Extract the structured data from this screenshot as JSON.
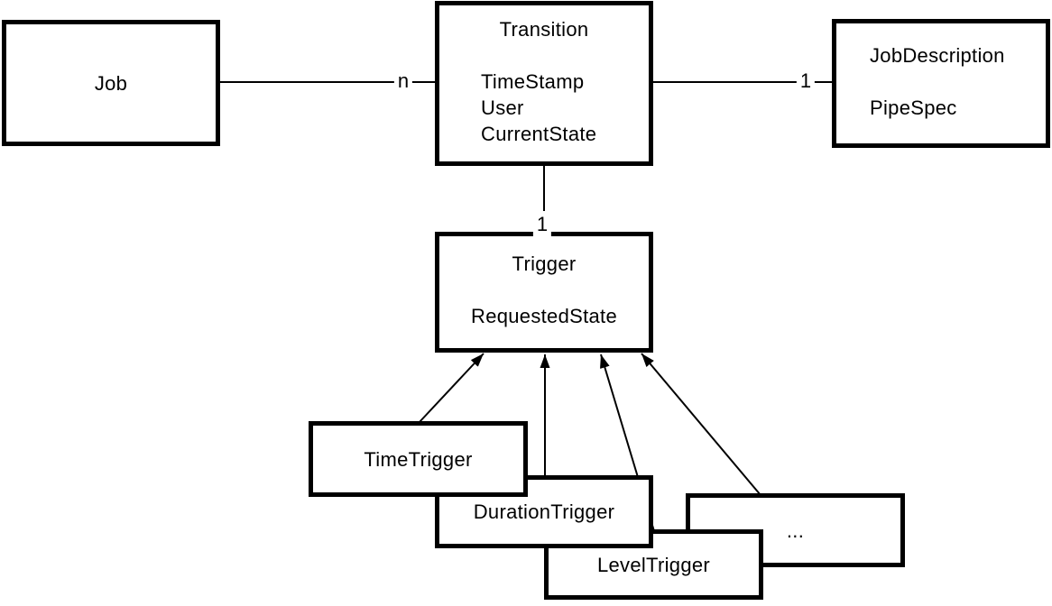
{
  "diagram": {
    "type": "uml-class-diagram",
    "colors": {
      "background": "#ffffff",
      "line": "#000000",
      "box_fill": "#ffffff",
      "text": "#000000"
    },
    "boxes": [
      {
        "id": "job",
        "title": "Job",
        "attributes": []
      },
      {
        "id": "transition",
        "title": "Transition",
        "attributes": [
          "TimeStamp",
          "User",
          "CurrentState"
        ]
      },
      {
        "id": "job-description",
        "title": "JobDescription",
        "attributes": [
          "PipeSpec"
        ]
      },
      {
        "id": "trigger",
        "title": "Trigger",
        "attributes": [
          "RequestedState"
        ]
      },
      {
        "id": "time-trigger",
        "title": "TimeTrigger",
        "attributes": []
      },
      {
        "id": "duration-trigger",
        "title": "DurationTrigger",
        "attributes": []
      },
      {
        "id": "level-trigger",
        "title": "LevelTrigger",
        "attributes": []
      },
      {
        "id": "ellipsis",
        "title": "...",
        "attributes": []
      }
    ],
    "relations": [
      {
        "from": "job",
        "to": "transition",
        "type": "association",
        "label": "n"
      },
      {
        "from": "transition",
        "to": "job-description",
        "type": "association",
        "label": "1"
      },
      {
        "from": "transition",
        "to": "trigger",
        "type": "association",
        "label": "1"
      },
      {
        "from": "time-trigger",
        "to": "trigger",
        "type": "generalization",
        "label": ""
      },
      {
        "from": "duration-trigger",
        "to": "trigger",
        "type": "generalization",
        "label": ""
      },
      {
        "from": "level-trigger",
        "to": "trigger",
        "type": "generalization",
        "label": ""
      },
      {
        "from": "ellipsis",
        "to": "trigger",
        "type": "generalization",
        "label": ""
      }
    ]
  }
}
